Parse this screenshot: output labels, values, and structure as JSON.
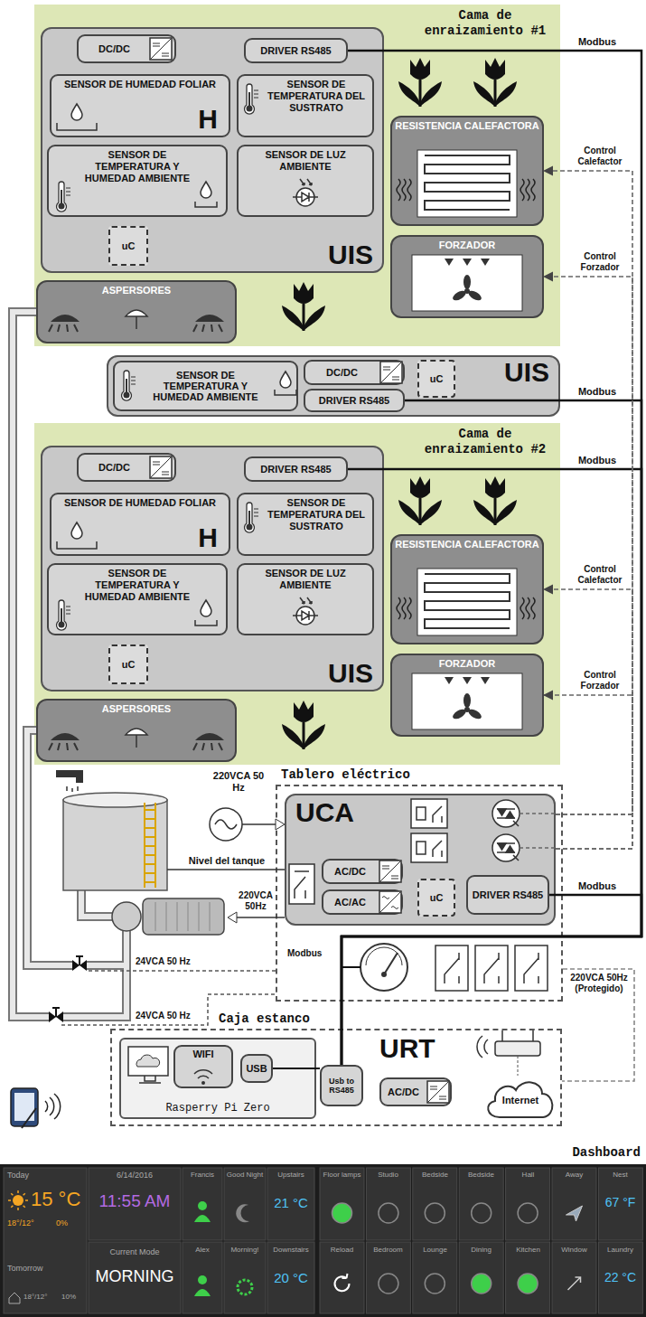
{
  "diagram": {
    "nodes": [
      {
        "text": [
          "Cama de enraizamiento #1"
        ]
      },
      {
        "text": [
          "UIS"
        ],
        "in": 0
      },
      {
        "text": [
          "DC/DC"
        ],
        "in": 1
      },
      {
        "text": [
          "DRIVER RS485"
        ],
        "in": 1
      },
      {
        "text": [
          "SENSOR DE HUMEDAD FOLIAR",
          "H"
        ],
        "in": 1
      },
      {
        "text": [
          "SENSOR DE TEMPERATURA DEL SUSTRATO"
        ],
        "in": 1
      },
      {
        "text": [
          "SENSOR DE TEMPERATURA Y HUMEDAD AMBIENTE"
        ],
        "in": 1
      },
      {
        "text": [
          "SENSOR DE LUZ AMBIENTE"
        ],
        "in": 1
      },
      {
        "text": [
          "uC"
        ],
        "in": 1
      },
      {
        "text": [
          "RESISTENCIA CALEFACTORA"
        ],
        "in": 0
      },
      {
        "text": [
          "FORZADOR"
        ],
        "in": 0
      },
      {
        "text": [
          "ASPERSORES"
        ],
        "in": 0
      },
      {
        "text": [
          "UIS"
        ]
      },
      {
        "text": [
          "SENSOR DE TEMPERATURA Y HUMEDAD AMBIENTE"
        ],
        "in": 12
      },
      {
        "text": [
          "DC/DC"
        ],
        "in": 12
      },
      {
        "text": [
          "DRIVER RS485"
        ],
        "in": 12
      },
      {
        "text": [
          "uC"
        ],
        "in": 12
      },
      {
        "text": [
          "Cama de enraizamiento #2"
        ]
      },
      {
        "text": [
          "UIS"
        ],
        "in": 17
      },
      {
        "text": [
          "DC/DC"
        ],
        "in": 18
      },
      {
        "text": [
          "DRIVER RS485"
        ],
        "in": 18
      },
      {
        "text": [
          "SENSOR DE HUMEDAD FOLIAR",
          "H"
        ],
        "in": 18
      },
      {
        "text": [
          "SENSOR DE TEMPERATURA DEL SUSTRATO"
        ],
        "in": 18
      },
      {
        "text": [
          "SENSOR DE TEMPERATURA Y HUMEDAD AMBIENTE"
        ],
        "in": 18
      },
      {
        "text": [
          "SENSOR DE LUZ AMBIENTE"
        ],
        "in": 18
      },
      {
        "text": [
          "uC"
        ],
        "in": 18
      },
      {
        "text": [
          "RESISTENCIA CALEFACTORA"
        ],
        "in": 17
      },
      {
        "text": [
          "FORZADOR"
        ],
        "in": 17
      },
      {
        "text": [
          "ASPERSORES"
        ],
        "in": 17
      },
      {
        "text": [
          "Tablero eléctrico"
        ]
      },
      {
        "text": [
          "UCA"
        ],
        "in": 29
      },
      {
        "text": [
          "AC/DC"
        ],
        "in": 30
      },
      {
        "text": [
          "AC/AC"
        ],
        "in": 30
      },
      {
        "text": [
          "uC"
        ],
        "in": 30
      },
      {
        "text": [
          "DRIVER RS485"
        ],
        "in": 30
      },
      {
        "text": [
          "Caja estanco",
          "URT"
        ]
      },
      {
        "text": [
          "Rasperry Pi Zero"
        ],
        "in": 35
      },
      {
        "text": [
          "WIFI"
        ],
        "in": 36
      },
      {
        "text": [
          "USB"
        ],
        "in": 36
      },
      {
        "text": [
          "Usb to RS485"
        ],
        "in": 35
      },
      {
        "text": [
          "AC/DC"
        ],
        "in": 35
      },
      {
        "text": [
          "Internet"
        ],
        "in": 35
      },
      {
        "text": [
          "Dashboard"
        ]
      }
    ],
    "edges": [
      {
        "from": 3,
        "to": 39,
        "arrow": "none",
        "label": "Modbus"
      },
      {
        "from": 15,
        "to": 39,
        "arrow": "none",
        "label": "Modbus"
      },
      {
        "from": 20,
        "to": 39,
        "arrow": "none",
        "label": "Modbus"
      },
      {
        "from": 34,
        "to": 39,
        "arrow": "none",
        "label": "Modbus"
      },
      {
        "from": 30,
        "to": 9,
        "arrow": "to",
        "label": "Control Calefactor"
      },
      {
        "from": 30,
        "to": 10,
        "arrow": "to",
        "label": "Control Forzador"
      },
      {
        "from": 30,
        "to": 26,
        "arrow": "to",
        "label": "Control Calefactor"
      },
      {
        "from": 30,
        "to": 27,
        "arrow": "to",
        "label": "Control Forzador"
      },
      {
        "from": 29,
        "to": 35,
        "arrow": "none",
        "label": "220VCA 50Hz (Protegido)"
      }
    ],
    "labels": [
      "220VCA 50 Hz",
      "Nivel del tanque",
      "220VCA 50Hz",
      "Modbus",
      "24VCA 50 Hz",
      "24VCA 50 Hz",
      "Today",
      "15 °C",
      "18°/12°",
      "0%",
      "Tomorrow",
      "18°/12°",
      "10%",
      "6/14/2016",
      "11:55 AM",
      "Current Mode",
      "MORNING",
      "Francis",
      "Alex",
      "Good Night",
      "Morning!",
      "Upstairs",
      "21 °C",
      "Downstairs",
      "20 °C",
      "Floor lamps",
      "Studio",
      "Bedside",
      "Bedside",
      "Hall",
      "Away",
      "Nest",
      "67 °F",
      "Reload",
      "Bedroom",
      "Lounge",
      "Dining",
      "Kitchen",
      "Window",
      "Laundry",
      "22 °C"
    ]
  }
}
